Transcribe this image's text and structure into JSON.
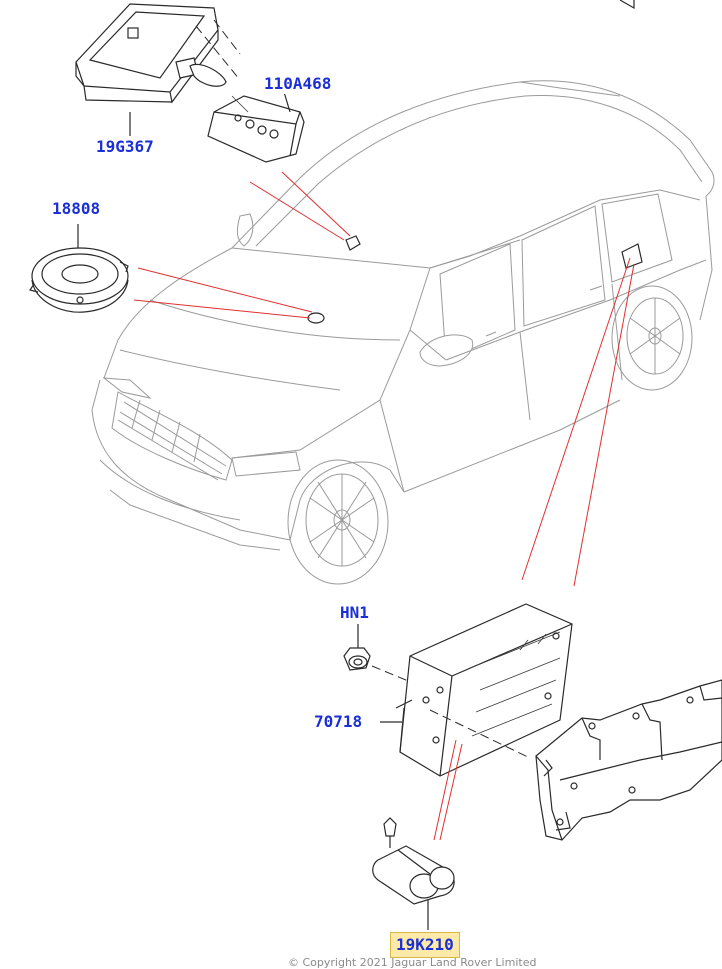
{
  "parts": [
    {
      "id": "19G367",
      "label": "19G367",
      "highlighted": false
    },
    {
      "id": "110A468",
      "label": "110A468",
      "highlighted": false
    },
    {
      "id": "18808",
      "label": "18808",
      "highlighted": false
    },
    {
      "id": "HN1",
      "label": "HN1",
      "highlighted": false
    },
    {
      "id": "70718",
      "label": "70718",
      "highlighted": false
    },
    {
      "id": "19K210",
      "label": "19K210",
      "highlighted": true
    }
  ],
  "copyright": "© Copyright 2021 Jaguar Land Rover Limited",
  "colors": {
    "label_text": "#1a2fd6",
    "highlight_bg": "#fde9a8",
    "leader_line": "#e03030",
    "part_line": "#2a2a2a",
    "vehicle_line": "#9a9a9a"
  }
}
